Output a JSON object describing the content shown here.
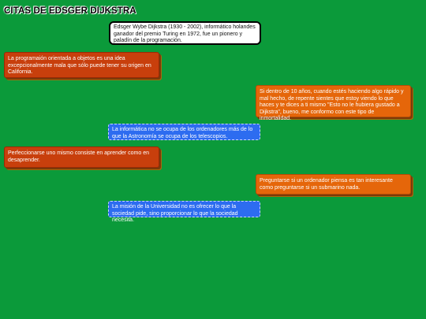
{
  "title": "CITAS DE EDSGER DIJKSTRA",
  "bio": "Edsger Wybe Dijkstra (1930 - 2002), informático holandes ganador del premio Turing en 1972, fue un pionero y paladín de la programación.",
  "quotes": [
    "La programaión orientada a objetos es una idea excepcionalmente mala que sólo puede tener su origen en California.",
    "Si dentro de 10 años, cuando estés haciendo algo rápido y mal hecho, de repente sientes que estoy viendo lo que haces y te dices a ti mismo \"Esto no le hubiera gustado a Dijkstra\", bueno, me conformo con este tipo de inmortalidad.",
    "La informática no se ocupa de los ordenadores más de lo que la Astronomía se ocupa de los telescopios.",
    "Perfeccionarse uno mismo consiste en aprender como en desaprender.",
    "Preguntarse si un ordenador piensa es tan interesante como preguntarse si un submarino nada.",
    "La misión de la Universidad no es ofrecer lo que la sociedad pide, sino proporcionar lo que la sociedad necesita."
  ],
  "colors": {
    "background": "#0b9a3a",
    "orange_left": "#c83f0c",
    "orange_right": "#e5660a",
    "blue": "#2d6cf0"
  }
}
